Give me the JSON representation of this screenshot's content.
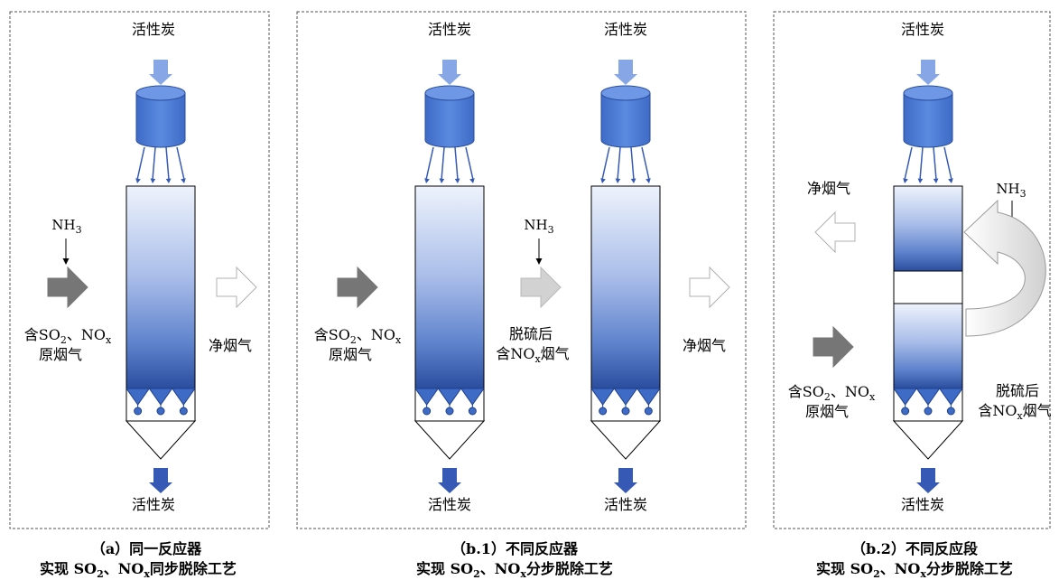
{
  "panels": [
    {
      "id": "a",
      "input_label": "活性炭",
      "output_label": "活性炭",
      "nh3": "NH3",
      "feed_line1": [
        "含SO",
        "2",
        "、NO",
        "x"
      ],
      "feed_line2": "原烟气",
      "clean_gas": "净烟气",
      "caption1": "（a）同一反应器",
      "caption2": [
        "实现 SO",
        "2",
        "、NO",
        "x",
        "同步脱除工艺"
      ]
    },
    {
      "id": "b1",
      "input_label_1": "活性炭",
      "input_label_2": "活性炭",
      "output_label_1": "活性炭",
      "output_label_2": "活性炭",
      "nh3": "NH3",
      "feed_line1": [
        "含SO",
        "2",
        "、NO",
        "x"
      ],
      "feed_line2": "原烟气",
      "mid_line1": "脱硫后",
      "mid_line2": [
        "含NO",
        "x",
        "烟气"
      ],
      "clean_gas": "净烟气",
      "caption1": "（b.1）不同反应器",
      "caption2": [
        "实现 SO",
        "2",
        "、NO",
        "x",
        "分步脱除工艺"
      ]
    },
    {
      "id": "b2",
      "input_label": "活性炭",
      "output_label": "活性炭",
      "nh3": "NH3",
      "clean_gas": "净烟气",
      "feed_line1": [
        "含SO",
        "2",
        "、NO",
        "x"
      ],
      "feed_line2": "原烟气",
      "mid_line1": "脱硫后",
      "mid_line2": [
        "含NO",
        "x",
        "烟气"
      ],
      "caption1": "（b.2）不同反应段",
      "caption2": [
        "实现 SO",
        "2",
        "、NO",
        "x",
        "分步脱除工艺"
      ]
    }
  ],
  "colors": {
    "carbon_arrow_light": "#86a6e6",
    "carbon_arrow_dark": "#3559b5",
    "hopper_blue": "#4a7bd6",
    "bed_top": "#e8eefb",
    "bed_bottom": "#2a4e9e",
    "gas_arrow_dark": "#767676",
    "gas_arrow_light": "#d2d2d2",
    "outline_arrow": "#bfbfbf"
  }
}
